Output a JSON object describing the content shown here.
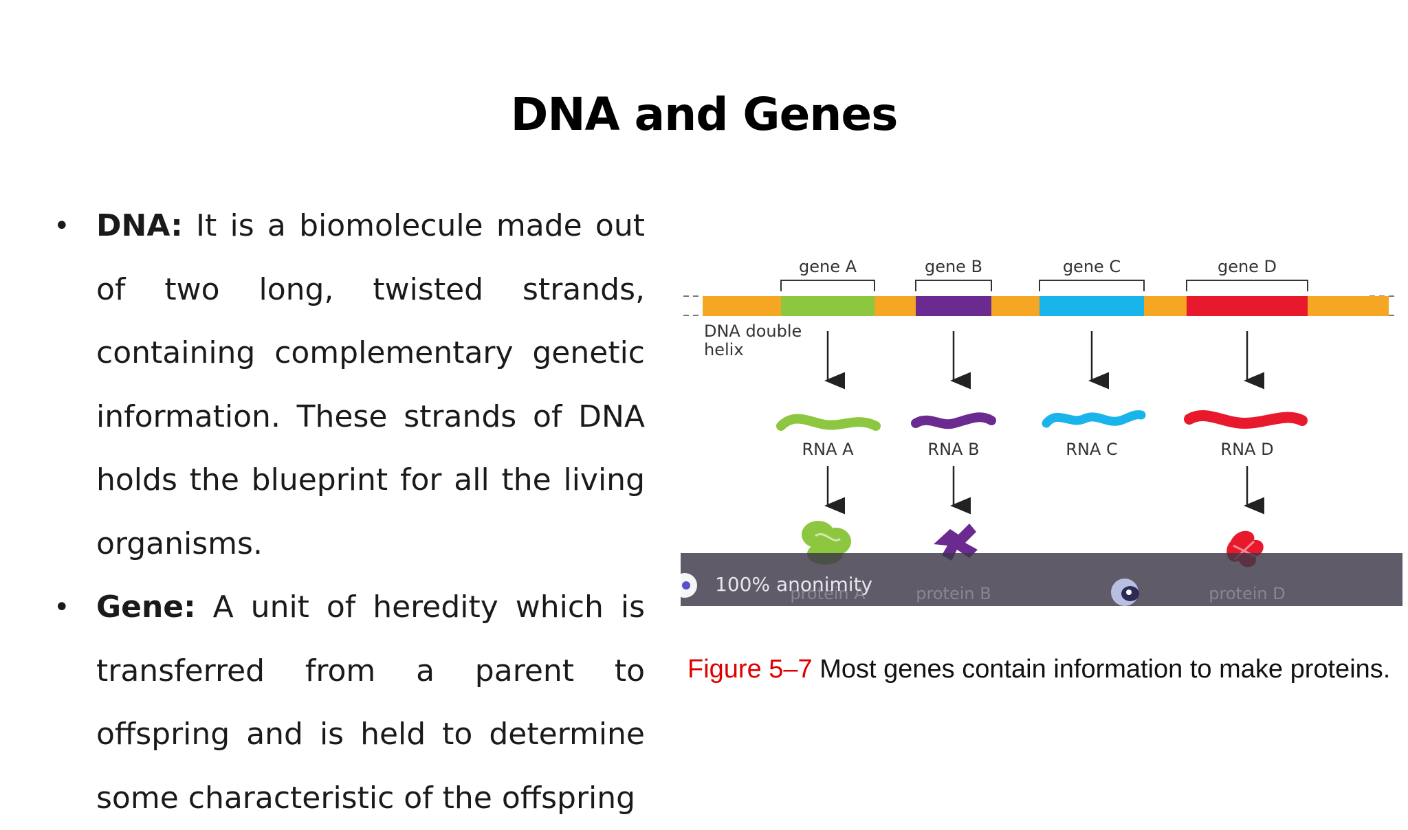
{
  "slide": {
    "title": "DNA and Genes"
  },
  "bullets": [
    {
      "term": "DNA:",
      "text": " It is a biomolecule made out of two long, twisted strands, containing complementary genetic information. These strands of DNA holds the blueprint for all the living organisms."
    },
    {
      "term": "Gene:",
      "text": " A unit of heredity which is transferred from a parent to offspring and is held to determine some characteristic of the offspring"
    }
  ],
  "figure": {
    "dna_label_line1": "DNA double",
    "dna_label_line2": "helix",
    "genes": [
      {
        "gene": "gene A",
        "rna": "RNA A",
        "protein": "protein A",
        "color": "#8dc63f"
      },
      {
        "gene": "gene B",
        "rna": "RNA B",
        "protein": "protein B",
        "color": "#6a2a8f"
      },
      {
        "gene": "gene C",
        "rna": "RNA C",
        "protein": "",
        "color": "#18b4ea"
      },
      {
        "gene": "gene D",
        "rna": "RNA D",
        "protein": "protein D",
        "color": "#e8192c"
      }
    ],
    "spacer_color": "#f5a623",
    "overlay_text": "100% anonimity",
    "caption_label": "Figure 5–7",
    "caption_text": " Most genes contain information to make proteins."
  },
  "bullet_glyph": "•"
}
